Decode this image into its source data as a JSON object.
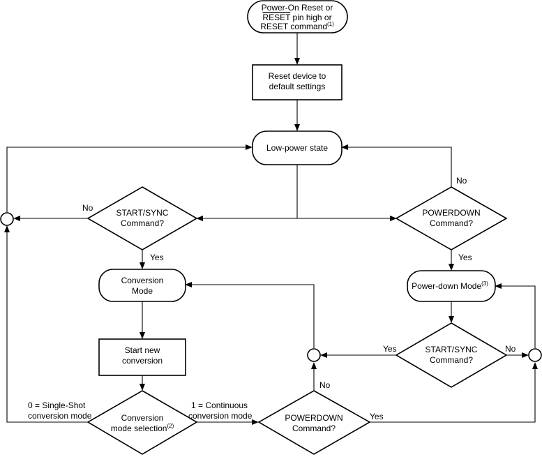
{
  "nodes": {
    "start": {
      "line1": "Power-On Reset or",
      "line2_over": "RESET",
      "line2_rest": " pin high or",
      "line3": "RESET command",
      "line3_sup": "(1)"
    },
    "reset": {
      "line1": "Reset device to",
      "line2": "default settings"
    },
    "low_power": {
      "label": "Low-power state"
    },
    "start_sync_1": {
      "line1": "START/SYNC",
      "line2": "Command?"
    },
    "powerdown_1": {
      "line1": "POWERDOWN",
      "line2": "Command?"
    },
    "conversion_mode": {
      "line1": "Conversion",
      "line2": "Mode"
    },
    "power_down_mode": {
      "label": "Power-down Mode",
      "sup": "(3)"
    },
    "start_conversion": {
      "line1": "Start new",
      "line2": "conversion"
    },
    "start_sync_2": {
      "line1": "START/SYNC",
      "line2": "Command?"
    },
    "mode_selection": {
      "line1": "Conversion",
      "line2": "mode selection",
      "sup": "(2)"
    },
    "powerdown_2": {
      "line1": "POWERDOWN",
      "line2": "Command?"
    }
  },
  "edge_labels": {
    "start_sync_1_no": "No",
    "start_sync_1_yes": "Yes",
    "powerdown_1_no": "No",
    "powerdown_1_yes": "Yes",
    "start_sync_2_yes": "Yes",
    "start_sync_2_no": "No",
    "powerdown_2_no": "No",
    "powerdown_2_yes": "Yes",
    "single_shot_1": "0 = Single-Shot",
    "single_shot_2": "conversion mode",
    "continuous_1": "1 = Continuous",
    "continuous_2": "conversion mode"
  }
}
